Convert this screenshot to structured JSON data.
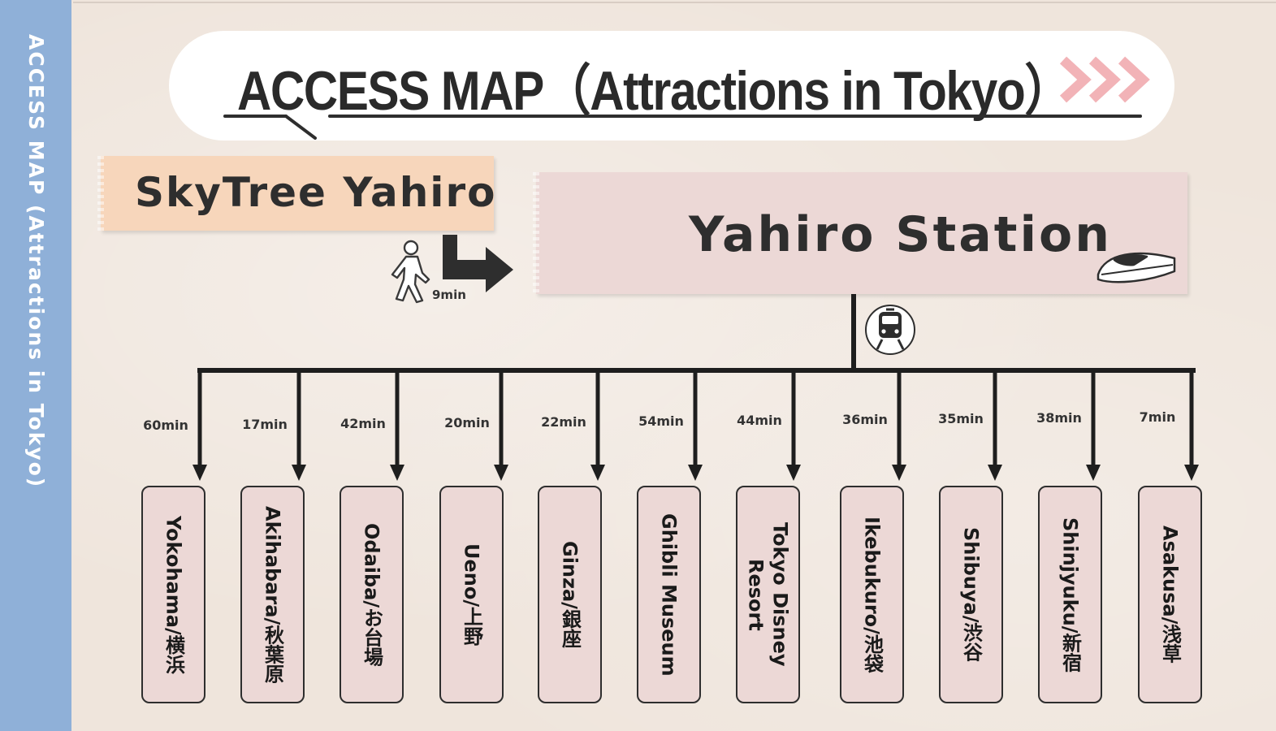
{
  "side_label": "ACCESS MAP (Attractions in Tokyo)",
  "title": "ACCESS MAP（Attractions in Tokyo）",
  "origin": {
    "name": "SkyTree Yahiro",
    "walk_time": "9min"
  },
  "station": {
    "name": "Yahiro Station"
  },
  "colors": {
    "side_strip": "#8fb0d8",
    "origin_tape": "#f7d6bb",
    "station_tape": "#ecd8d6",
    "dest_box": "#ecd8d6",
    "title_arrows": "#f2b3b7",
    "background": "#efe5dc"
  },
  "icons": [
    "walking-person-icon",
    "turn-right-arrow-icon",
    "bullet-train-icon",
    "train-front-icon",
    "triple-chevron-icon"
  ],
  "destinations": [
    {
      "name": "Yokohama/横浜",
      "time": "60min"
    },
    {
      "name": "Akihabara/秋葉原",
      "time": "17min"
    },
    {
      "name": "Odaiba/お台場",
      "time": "42min"
    },
    {
      "name": "Ueno/上野",
      "time": "20min"
    },
    {
      "name": "Ginza/銀座",
      "time": "22min"
    },
    {
      "name": "Ghibli Museum",
      "time": "54min"
    },
    {
      "name": "Tokyo Disney Resort",
      "time": "44min"
    },
    {
      "name": "Ikebukuro/池袋",
      "time": "36min"
    },
    {
      "name": "Shibuya/渋谷",
      "time": "35min"
    },
    {
      "name": "Shinjyuku/新宿",
      "time": "38min"
    },
    {
      "name": "Asakusa/浅草",
      "time": "7min"
    }
  ]
}
